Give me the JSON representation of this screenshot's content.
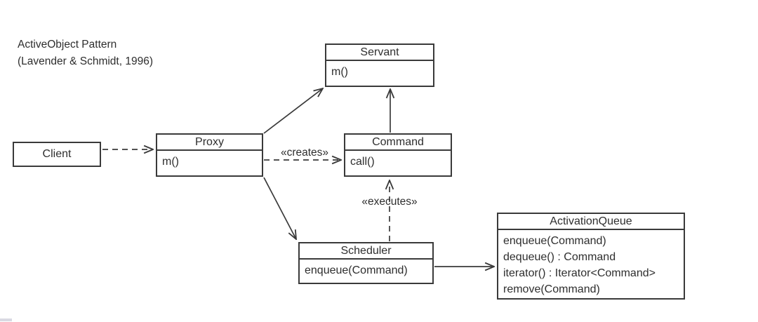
{
  "title": {
    "line1": "ActiveObject Pattern",
    "line2": "(Lavender & Schmidt, 1996)"
  },
  "classes": [
    {
      "id": "client",
      "name": "Client",
      "members": []
    },
    {
      "id": "proxy",
      "name": "Proxy",
      "members": [
        "m()"
      ]
    },
    {
      "id": "servant",
      "name": "Servant",
      "members": [
        "m()"
      ]
    },
    {
      "id": "command",
      "name": "Command",
      "members": [
        "call()"
      ]
    },
    {
      "id": "scheduler",
      "name": "Scheduler",
      "members": [
        "enqueue(Command)"
      ]
    },
    {
      "id": "activation_queue",
      "name": "ActivationQueue",
      "members": [
        "enqueue(Command)",
        "dequeue() : Command",
        "iterator() : Iterator<Command>",
        "remove(Command)"
      ]
    }
  ],
  "edge_labels": {
    "creates": "«creates»",
    "executes": "«executes»"
  },
  "colors": {
    "line": "#3a3a3a",
    "text": "#2e2e2e",
    "background": "#ffffff"
  }
}
